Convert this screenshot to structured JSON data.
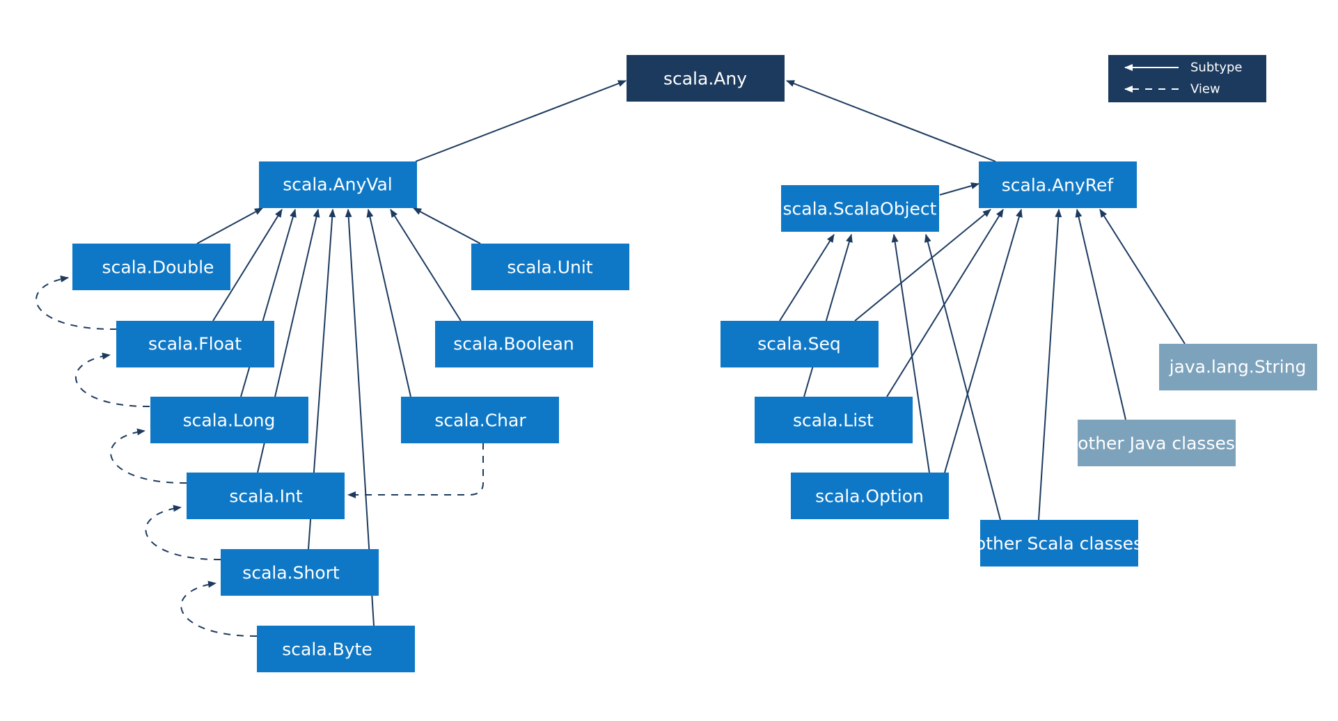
{
  "colors": {
    "dark": "#1c3a5e",
    "blue": "#0f78c6",
    "gray": "#7da2bb",
    "line": "#1c3a5e"
  },
  "legend": {
    "subtype_label": "Subtype",
    "view_label": "View"
  },
  "nodes": {
    "any": "scala.Any",
    "anyval": "scala.AnyVal",
    "anyref": "scala.AnyRef",
    "scalaobject": "scala.ScalaObject",
    "double": "scala.Double",
    "unit": "scala.Unit",
    "float": "scala.Float",
    "boolean": "scala.Boolean",
    "long": "scala.Long",
    "char": "scala.Char",
    "int": "scala.Int",
    "short": "scala.Short",
    "byte": "scala.Byte",
    "seq": "scala.Seq",
    "list": "scala.List",
    "option": "scala.Option",
    "other_scala": "other Scala classes",
    "java_string": "java.lang.String",
    "other_java": "other Java classes"
  }
}
